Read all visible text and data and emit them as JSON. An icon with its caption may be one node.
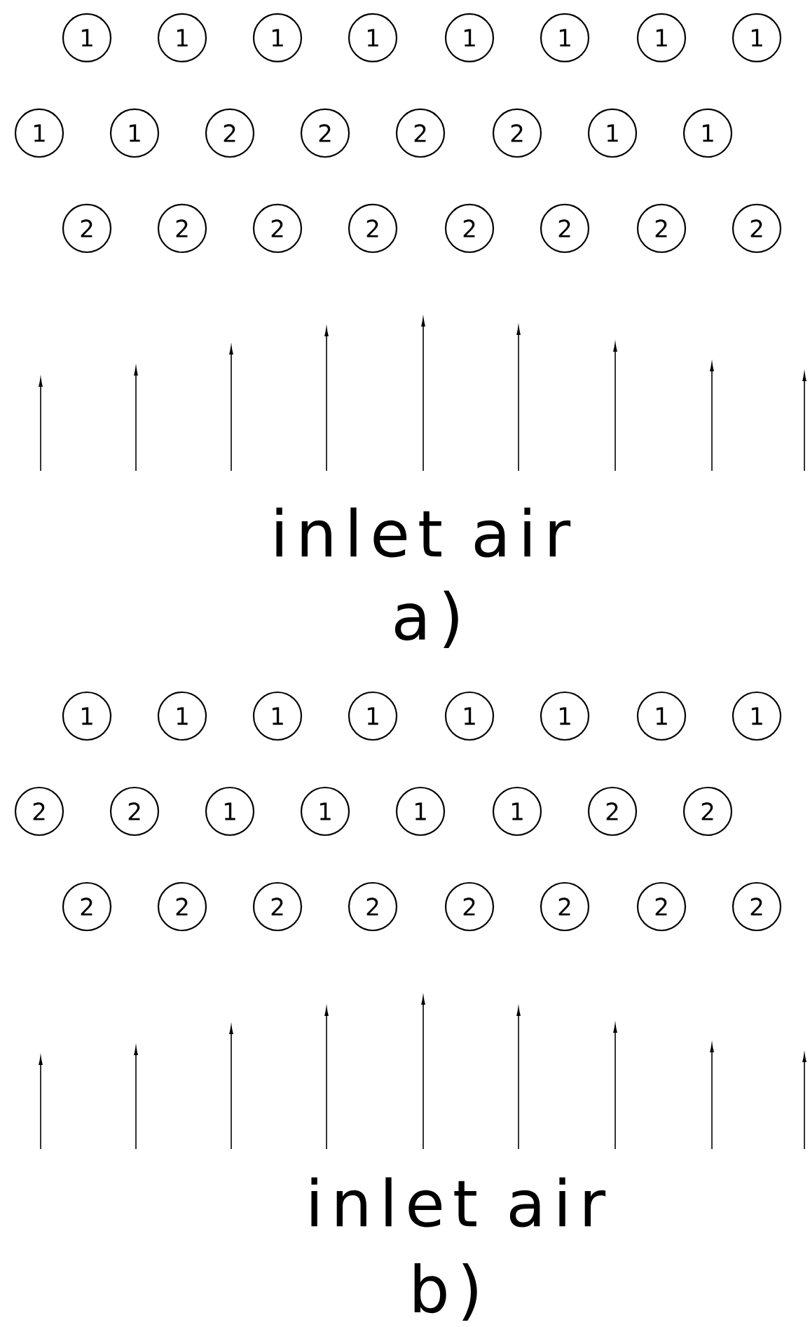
{
  "diagram": {
    "nodes": [
      {
        "text": [
          "1"
        ]
      },
      {
        "text": [
          "1"
        ]
      },
      {
        "text": [
          "1"
        ]
      },
      {
        "text": [
          "1"
        ]
      },
      {
        "text": [
          "1"
        ]
      },
      {
        "text": [
          "1"
        ]
      },
      {
        "text": [
          "1"
        ]
      },
      {
        "text": [
          "1"
        ]
      },
      {
        "text": [
          "1"
        ]
      },
      {
        "text": [
          "1"
        ]
      },
      {
        "text": [
          "2"
        ]
      },
      {
        "text": [
          "2"
        ]
      },
      {
        "text": [
          "2"
        ]
      },
      {
        "text": [
          "2"
        ]
      },
      {
        "text": [
          "1"
        ]
      },
      {
        "text": [
          "1"
        ]
      },
      {
        "text": [
          "2"
        ]
      },
      {
        "text": [
          "2"
        ]
      },
      {
        "text": [
          "2"
        ]
      },
      {
        "text": [
          "2"
        ]
      },
      {
        "text": [
          "2"
        ]
      },
      {
        "text": [
          "2"
        ]
      },
      {
        "text": [
          "2"
        ]
      },
      {
        "text": [
          "2"
        ]
      },
      {
        "text": [
          "1"
        ]
      },
      {
        "text": [
          "1"
        ]
      },
      {
        "text": [
          "1"
        ]
      },
      {
        "text": [
          "1"
        ]
      },
      {
        "text": [
          "1"
        ]
      },
      {
        "text": [
          "1"
        ]
      },
      {
        "text": [
          "1"
        ]
      },
      {
        "text": [
          "1"
        ]
      },
      {
        "text": [
          "2"
        ]
      },
      {
        "text": [
          "2"
        ]
      },
      {
        "text": [
          "1"
        ]
      },
      {
        "text": [
          "1"
        ]
      },
      {
        "text": [
          "1"
        ]
      },
      {
        "text": [
          "1"
        ]
      },
      {
        "text": [
          "2"
        ]
      },
      {
        "text": [
          "2"
        ]
      },
      {
        "text": [
          "2"
        ]
      },
      {
        "text": [
          "2"
        ]
      },
      {
        "text": [
          "2"
        ]
      },
      {
        "text": [
          "2"
        ]
      },
      {
        "text": [
          "2"
        ]
      },
      {
        "text": [
          "2"
        ]
      },
      {
        "text": [
          "2"
        ]
      },
      {
        "text": [
          "2"
        ]
      }
    ],
    "labels": [
      "inlet air",
      "a)",
      "inlet air",
      "b)"
    ]
  }
}
